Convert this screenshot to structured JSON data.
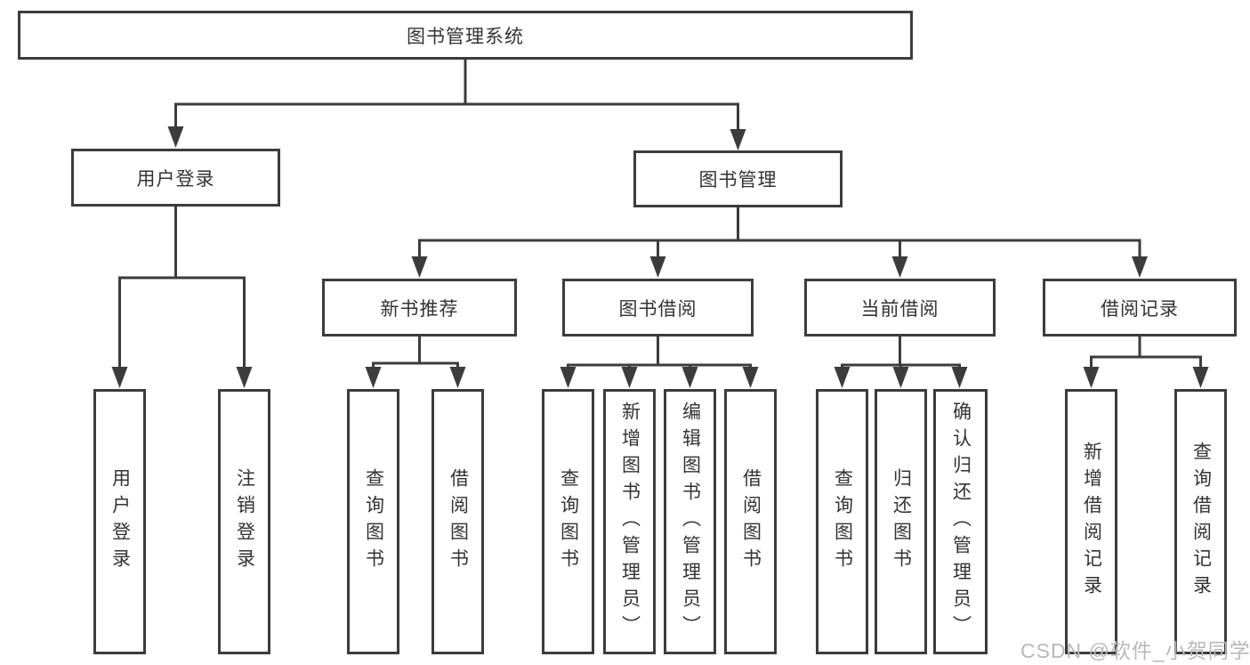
{
  "tree": {
    "root": "图书管理系统",
    "branches": [
      {
        "label": "用户登录",
        "children": [
          "用户登录",
          "注销登录"
        ]
      },
      {
        "label": "图书管理",
        "sections": [
          {
            "label": "新书推荐",
            "children": [
              "查询图书",
              "借阅图书"
            ]
          },
          {
            "label": "图书借阅",
            "children": [
              "查询图书",
              "新增图书（管理员）",
              "编辑图书（管理员）",
              "借阅图书"
            ]
          },
          {
            "label": "当前借阅",
            "children": [
              "查询图书",
              "归还图书",
              "确认归还（管理员）"
            ]
          },
          {
            "label": "借阅记录",
            "children": [
              "新增借阅记录",
              "查询借阅记录"
            ]
          }
        ]
      }
    ]
  },
  "watermark": "CSDN @软件_小贺同学",
  "colors": {
    "line": "#3c3c3c",
    "text": "#333333",
    "watermark": "#b9b9b9",
    "background": "#ffffff"
  }
}
